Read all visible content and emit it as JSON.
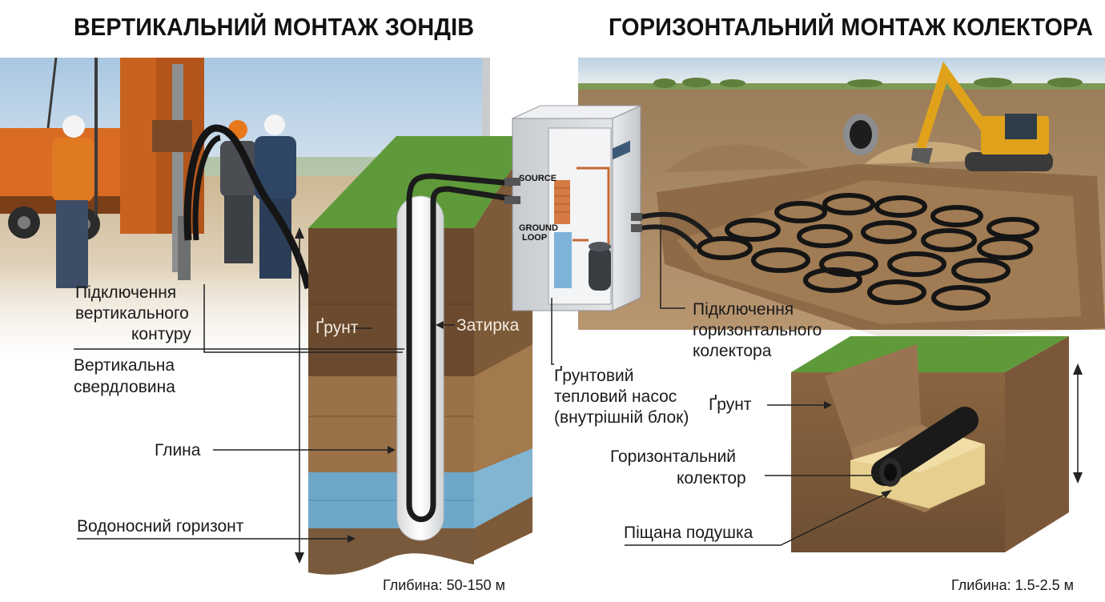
{
  "titles": {
    "left": "ВЕРТИКАЛЬНИЙ МОНТАЖ ЗОНДІВ",
    "right": "ГОРИЗОНТАЛЬНИЙ МОНТАЖ КОЛЕКТОРА"
  },
  "vertical": {
    "connection_l1": "Підключення",
    "connection_l2": "вертикального",
    "connection_l3": "контуру",
    "borehole_l1": "Вертикальна",
    "borehole_l2": "свердловина",
    "clay": "Глина",
    "aquifer": "Водоносний горизонт",
    "soil": "Ґрунт",
    "grout": "Затирка",
    "depth": "Глибина: 50-150 м"
  },
  "heat_pump": {
    "source_label": "SOURCE",
    "ground_loop_l1": "GROUND",
    "ground_loop_l2": "LOOP",
    "caption_l1": "Ґрунтовий",
    "caption_l2": "тепловий насос",
    "caption_l3": "(внутрішній блок)"
  },
  "horizontal": {
    "connection_l1": "Підключення",
    "connection_l2": "горизонтального",
    "connection_l3": "колектора",
    "soil": "Ґрунт",
    "collector_l1": "Горизонтальний",
    "collector_l2": "колектор",
    "sand": "Піщана подушка",
    "depth": "Глибина: 1.5-2.5 м"
  },
  "colors": {
    "sky": "#bcd3e6",
    "grass": "#5f9a3a",
    "soil_dark": "#6b4a2e",
    "soil_mid": "#8b6440",
    "clay": "#9a7148",
    "water": "#6fa7c9",
    "sand": "#e6cf8f",
    "pipe": "#1c1c1c",
    "excavator": "#e0a21a",
    "unit_body": "#d7d9dc"
  }
}
